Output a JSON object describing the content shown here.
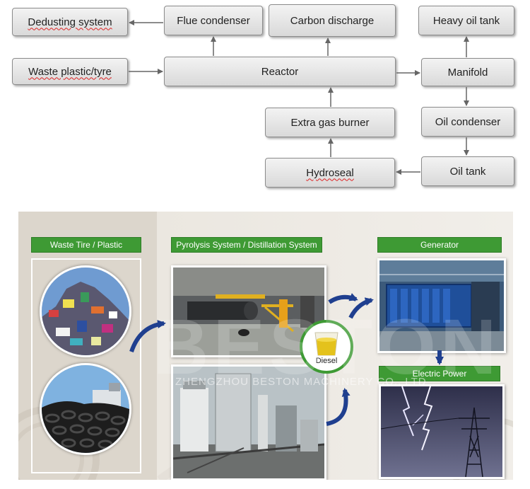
{
  "flowchart": {
    "boxes": {
      "dedusting": "Dedusting system",
      "flue_condenser": "Flue condenser",
      "carbon_discharge": "Carbon discharge",
      "heavy_oil_tank": "Heavy oil tank",
      "waste_input": "Waste plastic/tyre",
      "reactor": "Reactor",
      "manifold": "Manifold",
      "extra_gas_burner": "Extra gas burner",
      "oil_condenser": "Oil condenser",
      "hydroseal": "Hydroseal",
      "oil_tank": "Oil tank"
    }
  },
  "process": {
    "stage_waste": "Waste Tire / Plastic",
    "stage_pyrolysis": "Pyrolysis System / Distillation System",
    "stage_generator": "Generator",
    "stage_power": "Electric Power",
    "diesel_label": "Diesel",
    "watermark_logo": "BESTON",
    "watermark_text": "ZHENGZHOU BESTON MACHINERY CO., LTD"
  },
  "colors": {
    "stage_green": "#3e9a34",
    "arrow_blue": "#1f3f8f",
    "flow_arrow": "#666666"
  }
}
